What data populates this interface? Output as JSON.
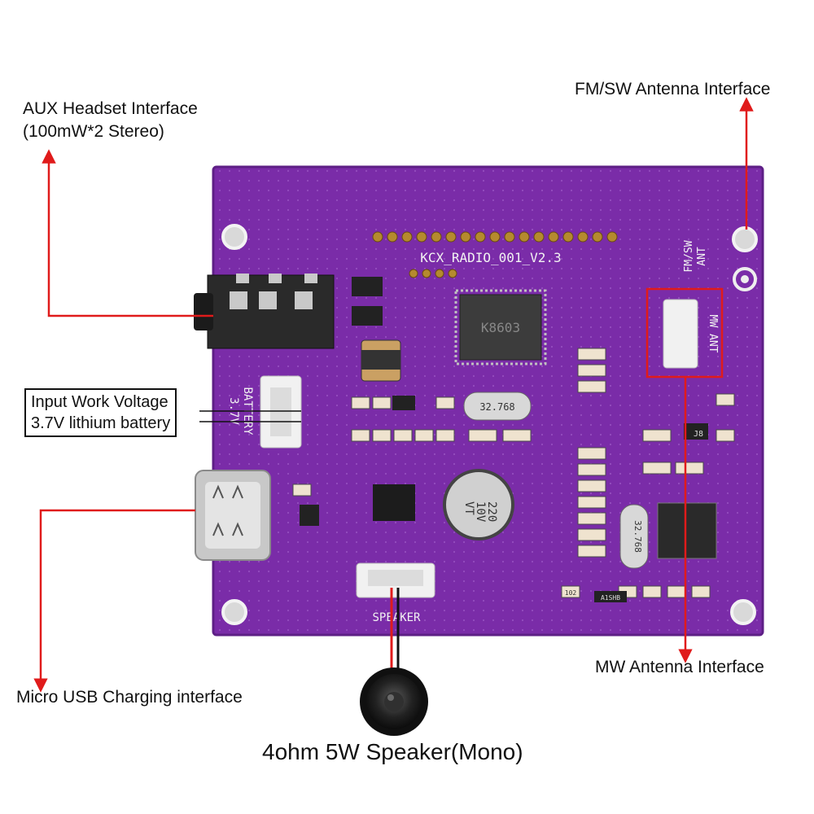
{
  "callouts": {
    "aux_line1": "AUX Headset Interface",
    "aux_line2": "(100mW*2 Stereo)",
    "fm_sw_antenna": "FM/SW Antenna Interface",
    "input_voltage_line1": "Input Work Voltage",
    "input_voltage_line2": "3.7V lithium battery",
    "mw_antenna": "MW Antenna Interface",
    "usb_charging": "Micro USB Charging interface",
    "speaker_caption": "4ohm 5W Speaker(Mono)"
  },
  "board": {
    "model": "KCX_RADIO_001_V2.3",
    "chip_main": "K8603",
    "crystal_1": "32.768",
    "crystal_2": "32.768",
    "capacitor_line1": "220",
    "capacitor_line2": "10V",
    "capacitor_line3": "VT",
    "battery_label_line1": "BATTERY",
    "battery_label_line2": "3.7V",
    "fm_sw_label_line1": "FM/SW",
    "fm_sw_label_line2": "ANT",
    "mw_ant_label": "MW ANT",
    "speaker_label": "SPEAKER",
    "diode_label": "A1SHB",
    "transistor_label": "J8",
    "resistor_label": "102"
  },
  "colors": {
    "pcb": "#7a2ca8",
    "pcb_edge": "#5e1f86",
    "arrow": "#e01b1b",
    "highlight_box": "#e01b1b"
  }
}
